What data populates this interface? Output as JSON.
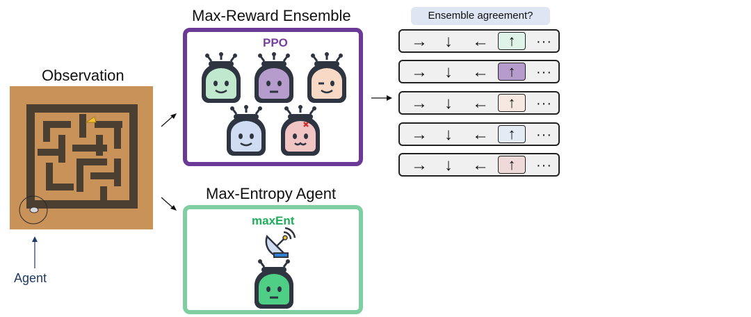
{
  "titles": {
    "observation": "Observation",
    "max_reward": "Max-Reward Ensemble",
    "max_entropy": "Max-Entropy Agent"
  },
  "agent_label": "Agent",
  "ensemble_label": "PPO",
  "maxent_label": "maxEnt",
  "agreement_label": "Ensemble agreement?",
  "action_rows": [
    {
      "right": "→",
      "down": "↓",
      "left": "←",
      "up": "↑",
      "more": "···",
      "highlight": "#dff3e9"
    },
    {
      "right": "→",
      "down": "↓",
      "left": "←",
      "up": "↑",
      "more": "···",
      "highlight": "#b59ccc"
    },
    {
      "right": "→",
      "down": "↓",
      "left": "←",
      "up": "↑",
      "more": "···",
      "highlight": "#f7e9e2"
    },
    {
      "right": "→",
      "down": "↓",
      "left": "←",
      "up": "↑",
      "more": "···",
      "highlight": "#e4ebf5"
    },
    {
      "right": "→",
      "down": "↓",
      "left": "←",
      "up": "↑",
      "more": "···",
      "highlight": "#efd9d9"
    }
  ],
  "colors": {
    "ppo_border": "#6b3a96",
    "maxent_border": "#7fcfa2",
    "robot_green": "#bfe8cf",
    "robot_purple": "#b59ccc",
    "robot_peach": "#f8d9c5",
    "robot_blue": "#cfdcf2",
    "robot_pink": "#f2c5c5",
    "robot_maxent": "#4fcf85",
    "maze_sand": "#c48c52",
    "maze_wall": "#4a3f30"
  },
  "icons": [
    "robot-icon",
    "satellite-dish-icon",
    "cheese-icon",
    "mouse-icon",
    "arrow-icon"
  ]
}
